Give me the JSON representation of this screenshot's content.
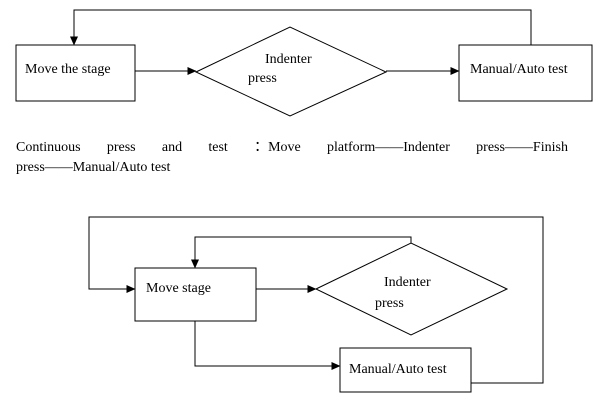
{
  "diagram1": {
    "move_box": "Move the stage",
    "indenter_line1": "Indenter",
    "indenter_line2": "press",
    "manual_box": "Manual/Auto test"
  },
  "caption": {
    "line1_words": [
      "Continuous",
      "press",
      "and",
      "test",
      "：Move",
      "platform——Indenter",
      "press——Finish"
    ],
    "line2": "press——Manual/Auto test"
  },
  "diagram2": {
    "move_box": "Move stage",
    "indenter_line1": "Indenter",
    "indenter_line2": "press",
    "manual_box": "Manual/Auto test"
  }
}
